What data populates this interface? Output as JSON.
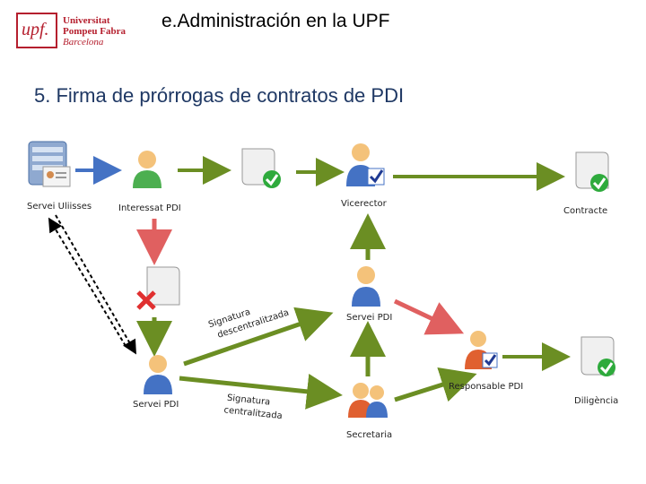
{
  "header": {
    "title": "e.Administración en la UPF"
  },
  "logo": {
    "mark": "upf.",
    "line1": "Universitat",
    "line2": "Pompeu Fabra",
    "line3": "Barcelona"
  },
  "slide": {
    "title": "5. Firma de prórrogas de contratos de PDI"
  },
  "nodes": {
    "servei_uliisses": "Servei Uliisses",
    "interessat_pdi": "Interessat PDI",
    "vicerector": "Vicerector",
    "contracte": "Contracte",
    "servei_pdi_center": "Servei PDI",
    "servei_pdi_left": "Servei PDI",
    "responsable_pdi": "Responsable PDI",
    "diligencia": "Diligència",
    "secretaria": "Secretaria"
  },
  "arrows": {
    "signatura_descentralitzada_1": "Signatura",
    "signatura_descentralitzada_2": "descentralitzada",
    "signatura_centralitzada_1": "Signatura",
    "signatura_centralitzada_2": "centralitzada"
  },
  "colors": {
    "green": "#6b8e23",
    "blue": "#4472c4",
    "red": "#e08080",
    "accent": "#b51f2e"
  }
}
